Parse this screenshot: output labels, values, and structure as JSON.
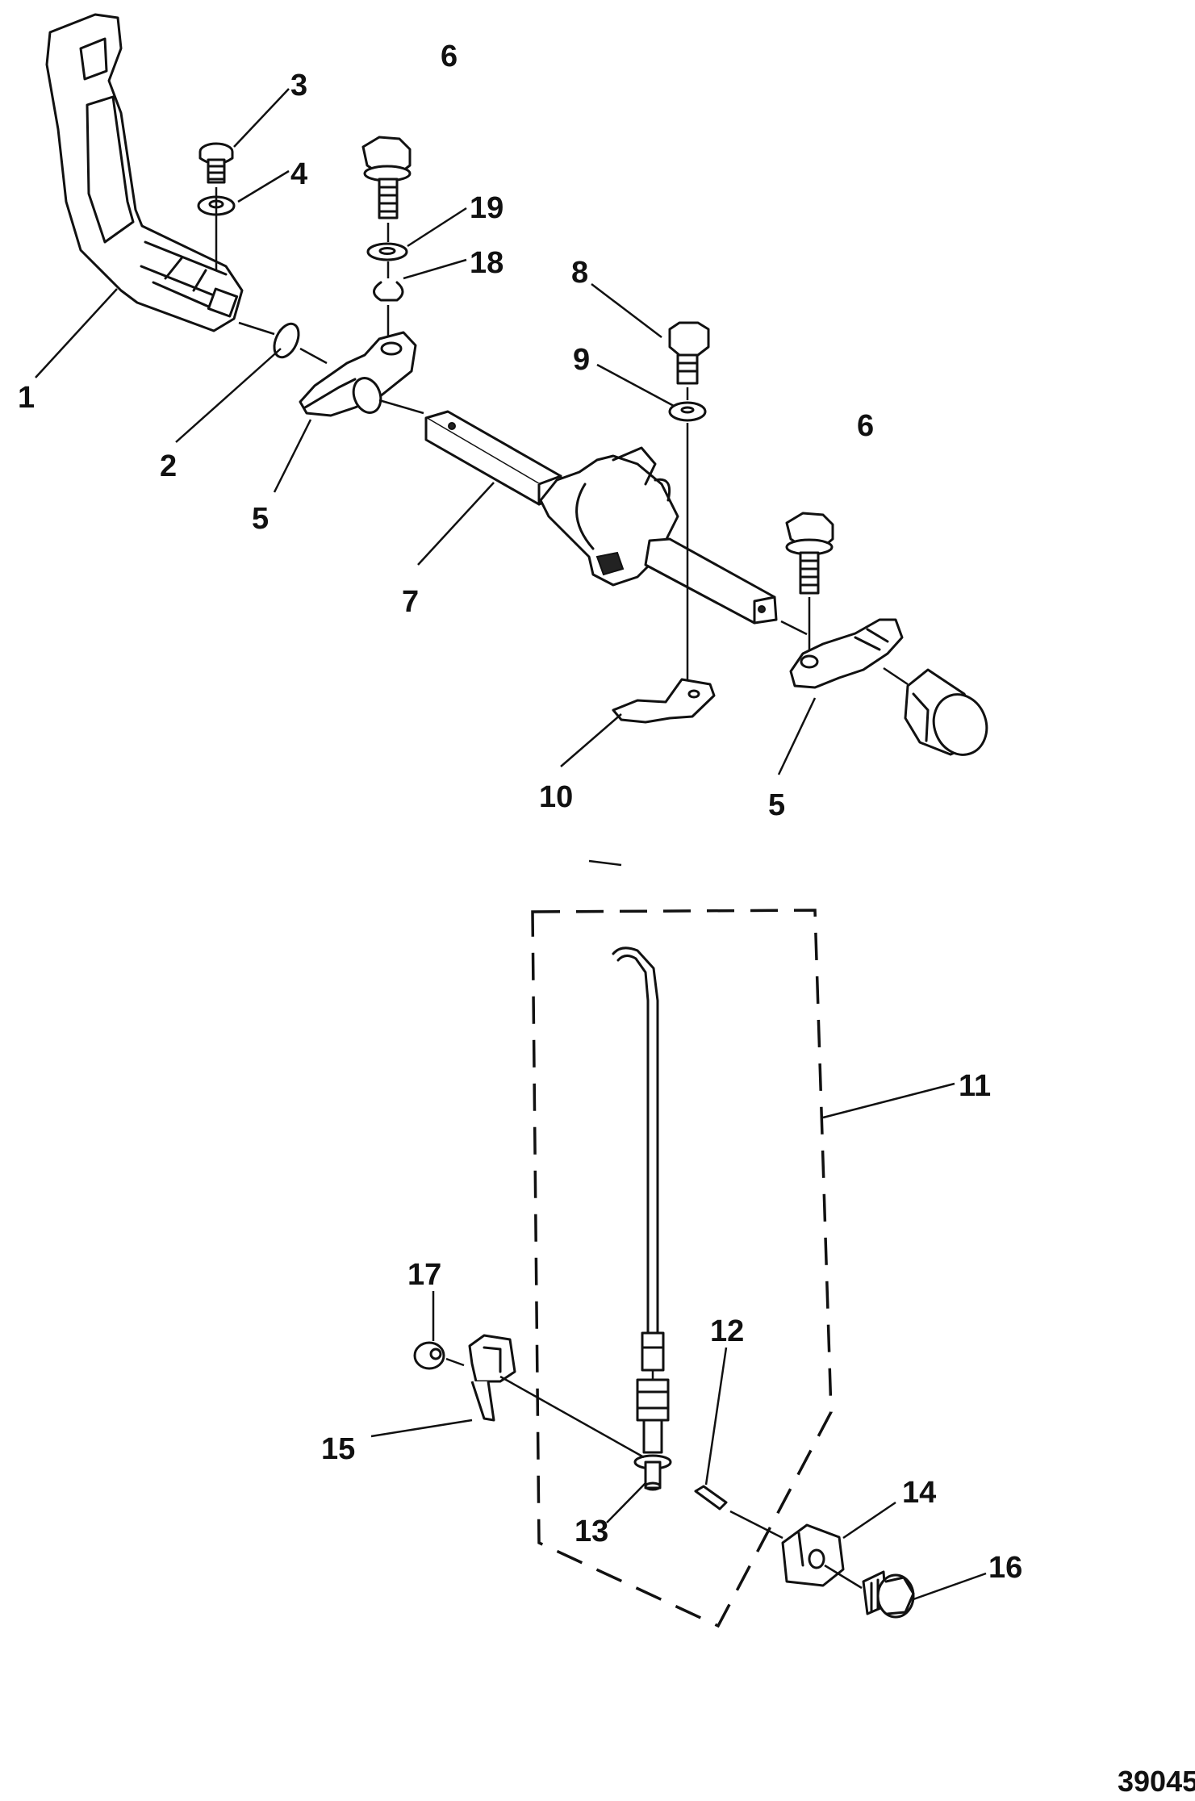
{
  "callouts": [
    "1",
    "2",
    "3",
    "4",
    "5",
    "6",
    "7",
    "8",
    "9",
    "10",
    "11",
    "12",
    "13",
    "14",
    "15",
    "16",
    "17",
    "18",
    "19"
  ],
  "figure_number": "39045"
}
